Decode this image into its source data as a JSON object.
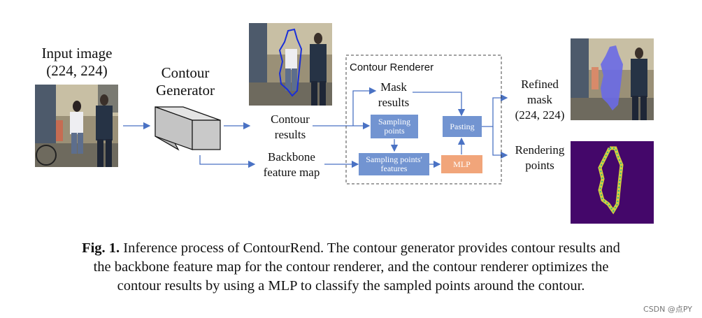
{
  "input": {
    "title_line1": "Input image",
    "title_line2": "(224, 224)"
  },
  "generator": {
    "line1": "Contour",
    "line2": "Generator"
  },
  "contour_results": {
    "line1": "Contour",
    "line2": "results"
  },
  "backbone": {
    "line1": "Backbone",
    "line2": "feature map"
  },
  "renderer": {
    "title": "Contour Renderer",
    "mask_results_line1": "Mask",
    "mask_results_line2": "results",
    "sampling_points_line1": "Sampling",
    "sampling_points_line2": "points",
    "pasting": "Pasting",
    "sampling_features_line1": "Sampling points'",
    "sampling_features_line2": "features",
    "mlp": "MLP"
  },
  "refined": {
    "line1": "Refined",
    "line2": "mask",
    "line3": "(224, 224)"
  },
  "rendering": {
    "line1": "Rendering",
    "line2": "points"
  },
  "caption": {
    "bold": "Fig. 1.",
    "text1": " Inference process of ContourRend. The contour generator provides contour results and",
    "text2": "the backbone feature map for the contour renderer, and the contour renderer optimizes the",
    "text3": "contour results by using a MLP to classify the sampled points around the contour."
  },
  "watermark": "CSDN @点PY",
  "colors": {
    "arrow": "#4a72c4",
    "box_blue": "#7294d1",
    "box_orange": "#f1a57a"
  }
}
